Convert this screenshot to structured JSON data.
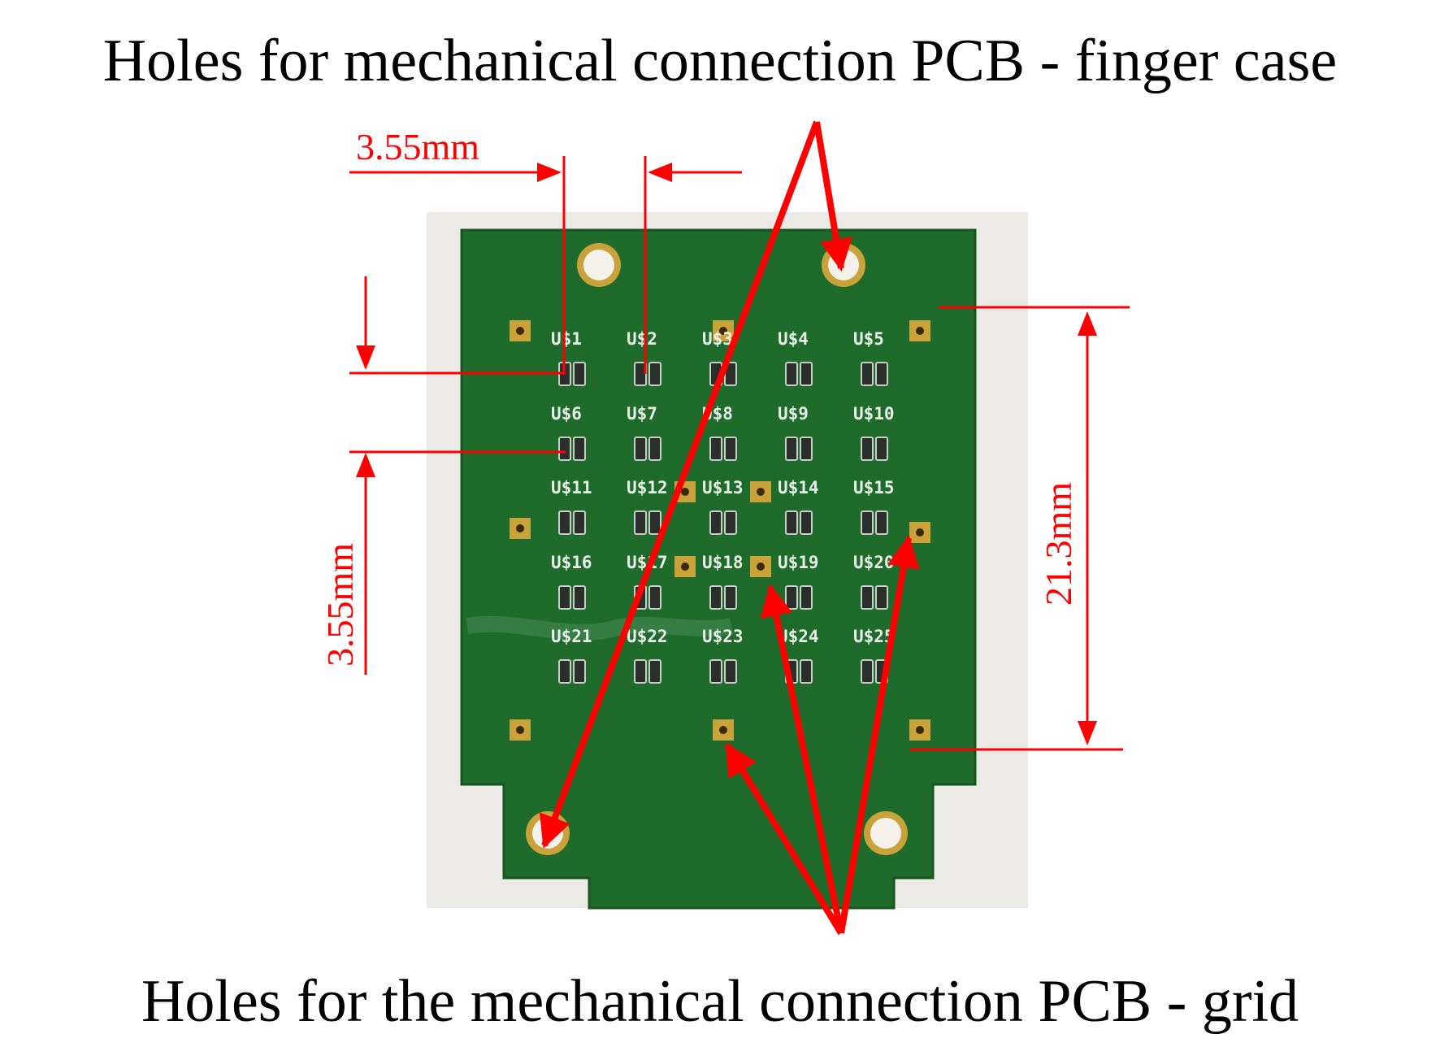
{
  "captions": {
    "top": "Holes for mechanical connection PCB - finger case",
    "bottom": "Holes for the mechanical connection PCB - grid"
  },
  "dimensions": {
    "pitch_horizontal": "3.55mm",
    "pitch_vertical": "3.55mm",
    "grid_height": "21.3mm"
  },
  "sensor_labels": [
    "U$1",
    "U$2",
    "U$3",
    "U$4",
    "U$5",
    "U$6",
    "U$7",
    "U$8",
    "U$9",
    "U$10",
    "U$11",
    "U$12",
    "U$13",
    "U$14",
    "U$15",
    "U$16",
    "U$17",
    "U$18",
    "U$19",
    "U$20",
    "U$21",
    "U$22",
    "U$23",
    "U$24",
    "U$25"
  ],
  "colors": {
    "annotation": "#ff0000",
    "pcb": "#1f6b2c",
    "pad": "#c9a23a"
  }
}
